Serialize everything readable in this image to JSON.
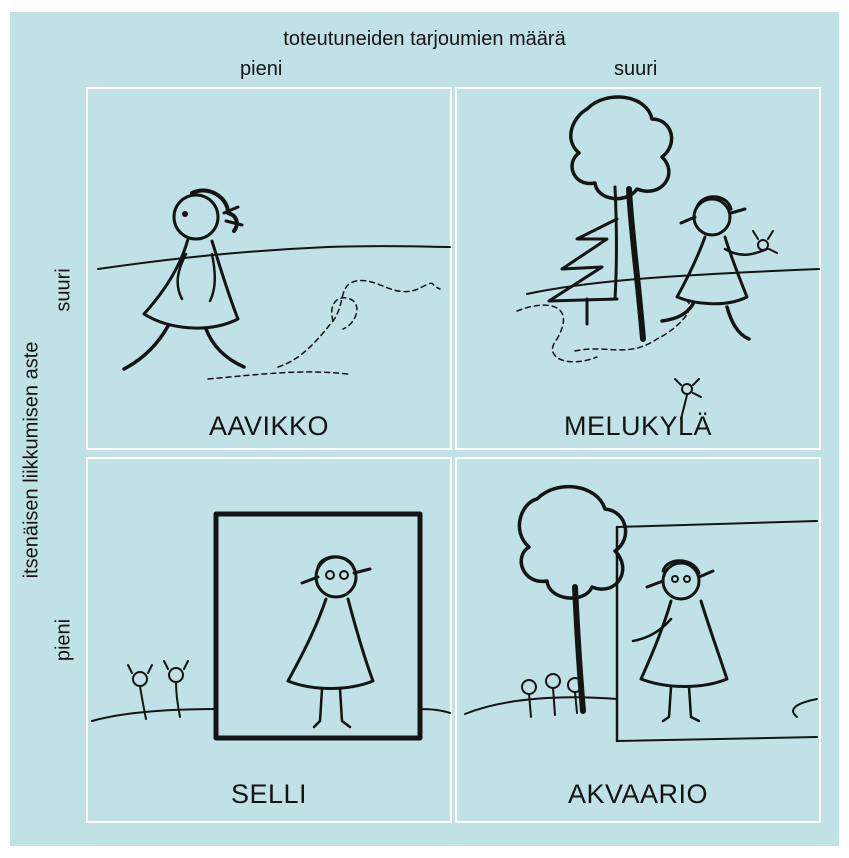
{
  "header": {
    "column_axis_title": "toteutuneiden tarjoumien määrä",
    "column_small": "pieni",
    "column_large": "suuri"
  },
  "side": {
    "row_axis_title": "itsenäisen liikkumisen aste",
    "row_large": "suuri",
    "row_small": "pieni"
  },
  "quadrants": [
    {
      "label": "AAVIKKO"
    },
    {
      "label": "MELUKYLÄ"
    },
    {
      "label": "SELLI"
    },
    {
      "label": "AKVAARIO"
    }
  ],
  "colors": {
    "background": "#c0e1e6",
    "cell_border": "#ffffff",
    "ink": "#141414"
  }
}
